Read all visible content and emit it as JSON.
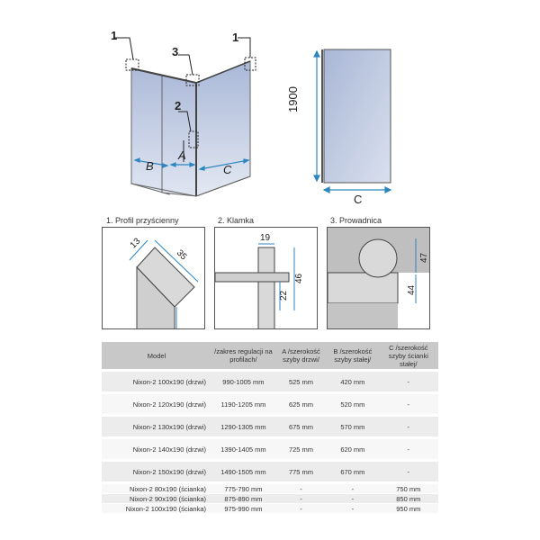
{
  "drawing": {
    "callout_1_left": "1",
    "callout_2": "2",
    "callout_3": "3",
    "callout_1_right": "1",
    "dim_A": "A",
    "dim_B": "B",
    "dim_C": "C",
    "side_height": "1900",
    "side_width": "C"
  },
  "details": [
    {
      "title": "1. Profil przyścienny",
      "dim_a": "13",
      "dim_b": "35"
    },
    {
      "title": "2. Klamka",
      "dim_a": "19",
      "dim_b": "46",
      "dim_c": "22"
    },
    {
      "title": "3. Prowadnica",
      "dim_a": "47",
      "dim_b": "44"
    }
  ],
  "table": {
    "headers": [
      "Model",
      "/zakres regulacji na profilach/",
      "A /szerokość szyby drzwi/",
      "B /szerokość szyby stałej/",
      "C /szerokość szyby ścianki stałej/"
    ],
    "rows": [
      [
        "Nixon-2 100x190 (drzwi)",
        "990-1005 mm",
        "525 mm",
        "420 mm",
        "-"
      ],
      [
        "Nixon-2 120x190 (drzwi)",
        "1190-1205 mm",
        "625 mm",
        "520 mm",
        "-"
      ],
      [
        "Nixon-2 130x190 (drzwi)",
        "1290-1305 mm",
        "675 mm",
        "570 mm",
        "-"
      ],
      [
        "Nixon-2 140x190 (drzwi)",
        "1390-1405 mm",
        "725 mm",
        "620 mm",
        "-"
      ],
      [
        "Nixon-2 150x190 (drzwi)",
        "1490-1505 mm",
        "775 mm",
        "670 mm",
        "-"
      ],
      [
        "Nixon-2 80x190 (ścianka)",
        "775-790 mm",
        "-",
        "-",
        "750 mm"
      ],
      [
        "Nixon-2 90x190 (ścianka)",
        "875-890 mm",
        "-",
        "-",
        "850 mm"
      ],
      [
        "Nixon-2 100x190 (ścianka)",
        "975-990 mm",
        "-",
        "-",
        "950 mm"
      ]
    ]
  },
  "colors": {
    "glass": "#b7c4dd",
    "accent_blue": "#2e86c1",
    "frame": "#555555"
  }
}
